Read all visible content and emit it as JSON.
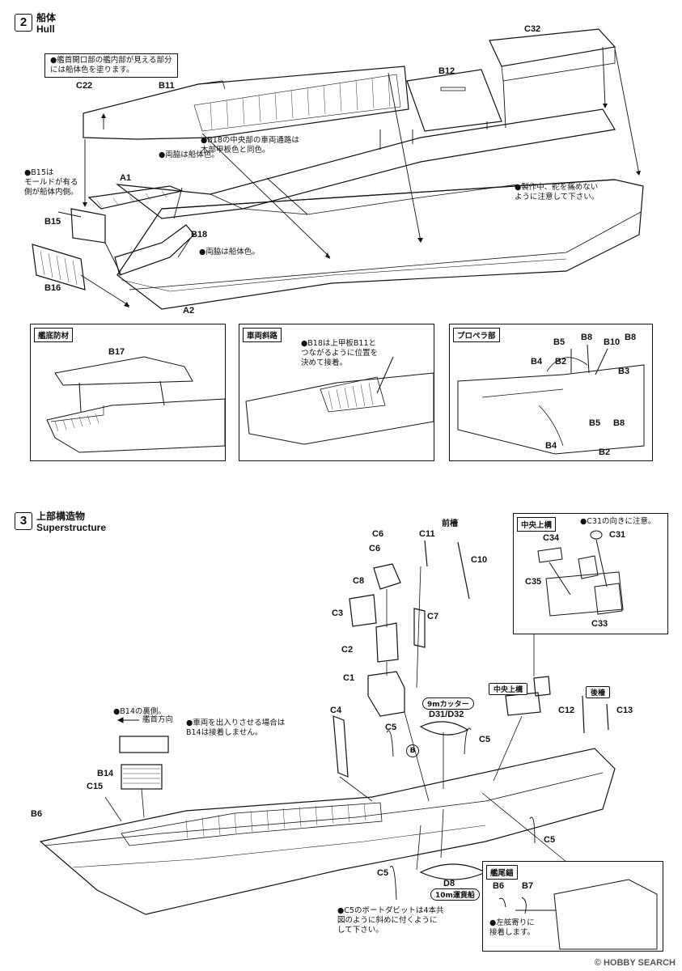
{
  "step2": {
    "number": "2",
    "title_jp": "船体",
    "title_en": "Hull",
    "note_bow": "●艦首開口部の艦内部が見える部分\nには船体色を塗ります。",
    "note_b15": "●B15は\nモールドが有る\n側が船体内側。",
    "note_b18": "●B18の中央部の車両通路は\n木部甲板色と同色。",
    "note_sides1": "●両脇は船体色。",
    "note_sides2": "●両脇は船体色。",
    "note_rudder": "●製作中、舵を痛めない\nように注意して下さい。",
    "parts": [
      "C22",
      "B11",
      "B12",
      "C32",
      "A1",
      "B15",
      "B16",
      "B18",
      "A2"
    ],
    "inset1": {
      "title": "艦底防材",
      "parts": [
        "B17"
      ]
    },
    "inset2": {
      "title": "車両斜路",
      "note": "●B18は上甲板B11と\nつながるように位置を\n決めて接着。"
    },
    "inset3": {
      "title": "プロペラ部",
      "parts": [
        "B8",
        "B10",
        "B8",
        "B5",
        "B2",
        "B4",
        "B3",
        "B5",
        "B8",
        "B4",
        "B2"
      ]
    }
  },
  "step3": {
    "number": "3",
    "title_jp": "上部構造物",
    "title_en": "Superstructure",
    "fore_mast": "前檣",
    "parts": [
      "C6",
      "C6",
      "C11",
      "C10",
      "C8",
      "C3",
      "C7",
      "C2",
      "C1",
      "C4",
      "C5",
      "C5",
      "C5",
      "C5",
      "B14",
      "C15",
      "B6",
      "D8",
      "C12",
      "C13"
    ],
    "cutter": "9mカッター",
    "cutter_parts": "D31/D32",
    "transport_boat": "10m運貨船",
    "b_marker": "B",
    "mid_super": "中央上構",
    "aft_mast": "後檣",
    "note_b14": "●B14の裏側。",
    "bow_dir": "艦首方向",
    "note_vehicle": "●車両を出入りさせる場合は\nB14は接着しません。",
    "note_c5": "●C5のボートダビットは4本共\n図のように斜めに付くように\nして下さい。",
    "inset_mid": {
      "title": "中央上構",
      "note": "●C31の向きに注意。",
      "parts": [
        "C31",
        "C34",
        "C35",
        "C33"
      ]
    },
    "inset_anchor": {
      "title": "艦尾錨",
      "parts": [
        "B6",
        "B7"
      ],
      "note": "●左舷寄りに\n接着します。"
    }
  },
  "watermark": "© HOBBY SEARCH"
}
